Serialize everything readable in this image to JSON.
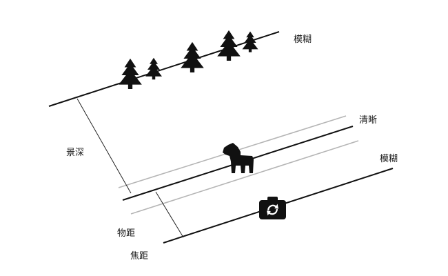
{
  "labels": {
    "blur_far": "模糊",
    "sharp": "清晰",
    "blur_near": "模糊",
    "depth_of_field": "景深",
    "object_distance": "物距",
    "focal_distance": "焦距"
  },
  "icons": {
    "trees": "tree-icon",
    "subject": "dala-horse-icon",
    "camera": "camera-icon"
  },
  "colors": {
    "main_line": "#111111",
    "dof_line": "#b5b5b5",
    "icon_fill": "#111111"
  }
}
